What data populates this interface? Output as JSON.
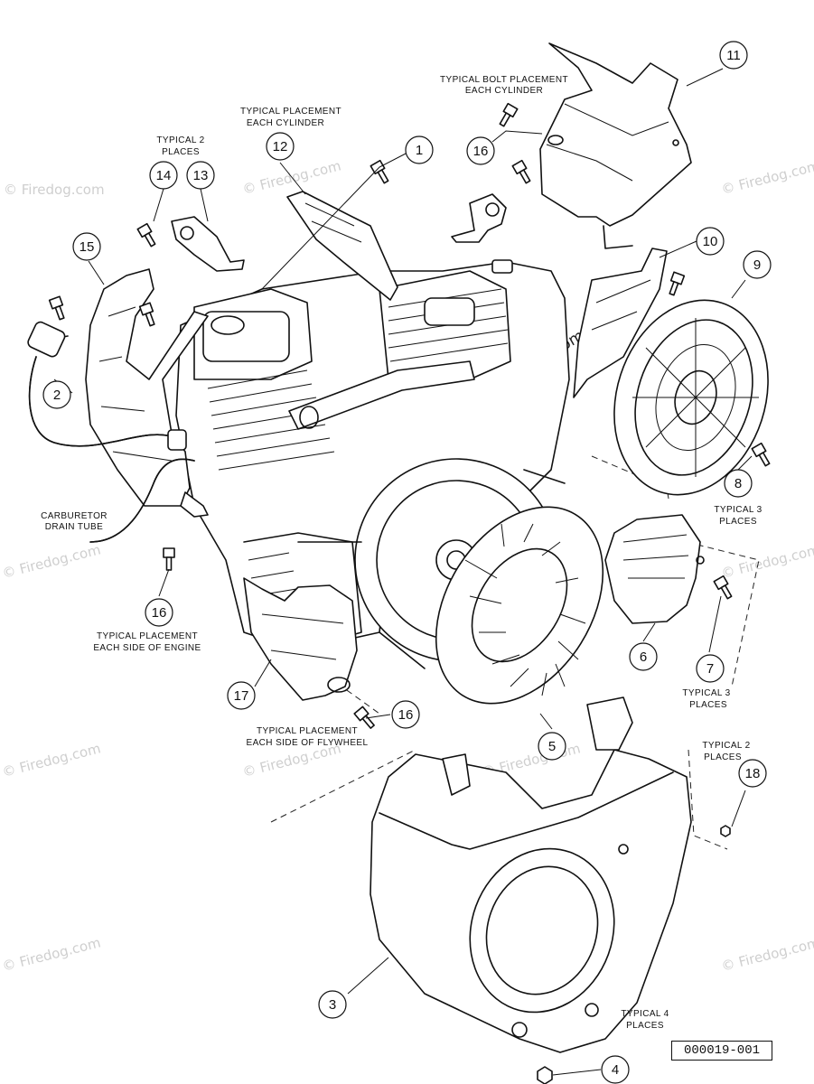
{
  "callouts": [
    {
      "number": "1"
    },
    {
      "number": "2"
    },
    {
      "number": "3"
    },
    {
      "number": "4"
    },
    {
      "number": "5"
    },
    {
      "number": "6"
    },
    {
      "number": "7"
    },
    {
      "number": "8"
    },
    {
      "number": "9"
    },
    {
      "number": "10"
    },
    {
      "number": "11"
    },
    {
      "number": "12"
    },
    {
      "number": "13"
    },
    {
      "number": "14"
    },
    {
      "number": "15"
    },
    {
      "number": "16"
    },
    {
      "number": "16"
    },
    {
      "number": "16"
    },
    {
      "number": "17"
    },
    {
      "number": "18"
    }
  ],
  "notes": {
    "bolt_placement": [
      "TYPICAL BOLT PLACEMENT",
      "EACH CYLINDER"
    ],
    "placement_each_cylinder": [
      "TYPICAL PLACEMENT",
      "EACH CYLINDER"
    ],
    "typical_2_places_top": [
      "TYPICAL 2",
      "PLACES"
    ],
    "carburetor": [
      "CARBURETOR",
      "DRAIN TUBE"
    ],
    "side_of_engine": [
      "TYPICAL PLACEMENT",
      "EACH SIDE OF ENGINE"
    ],
    "side_of_flywheel": [
      "TYPICAL PLACEMENT",
      "EACH SIDE OF FLYWHEEL"
    ],
    "typical_3_places_8": [
      "TYPICAL 3",
      "PLACES"
    ],
    "typical_3_places_7": [
      "TYPICAL 3",
      "PLACES"
    ],
    "typical_2_places_18": [
      "TYPICAL 2",
      "PLACES"
    ],
    "typical_4_places": [
      "TYPICAL 4",
      "PLACES"
    ]
  },
  "watermark": {
    "text": "© Firedog.com"
  },
  "reference": {
    "code": "000019-001"
  }
}
